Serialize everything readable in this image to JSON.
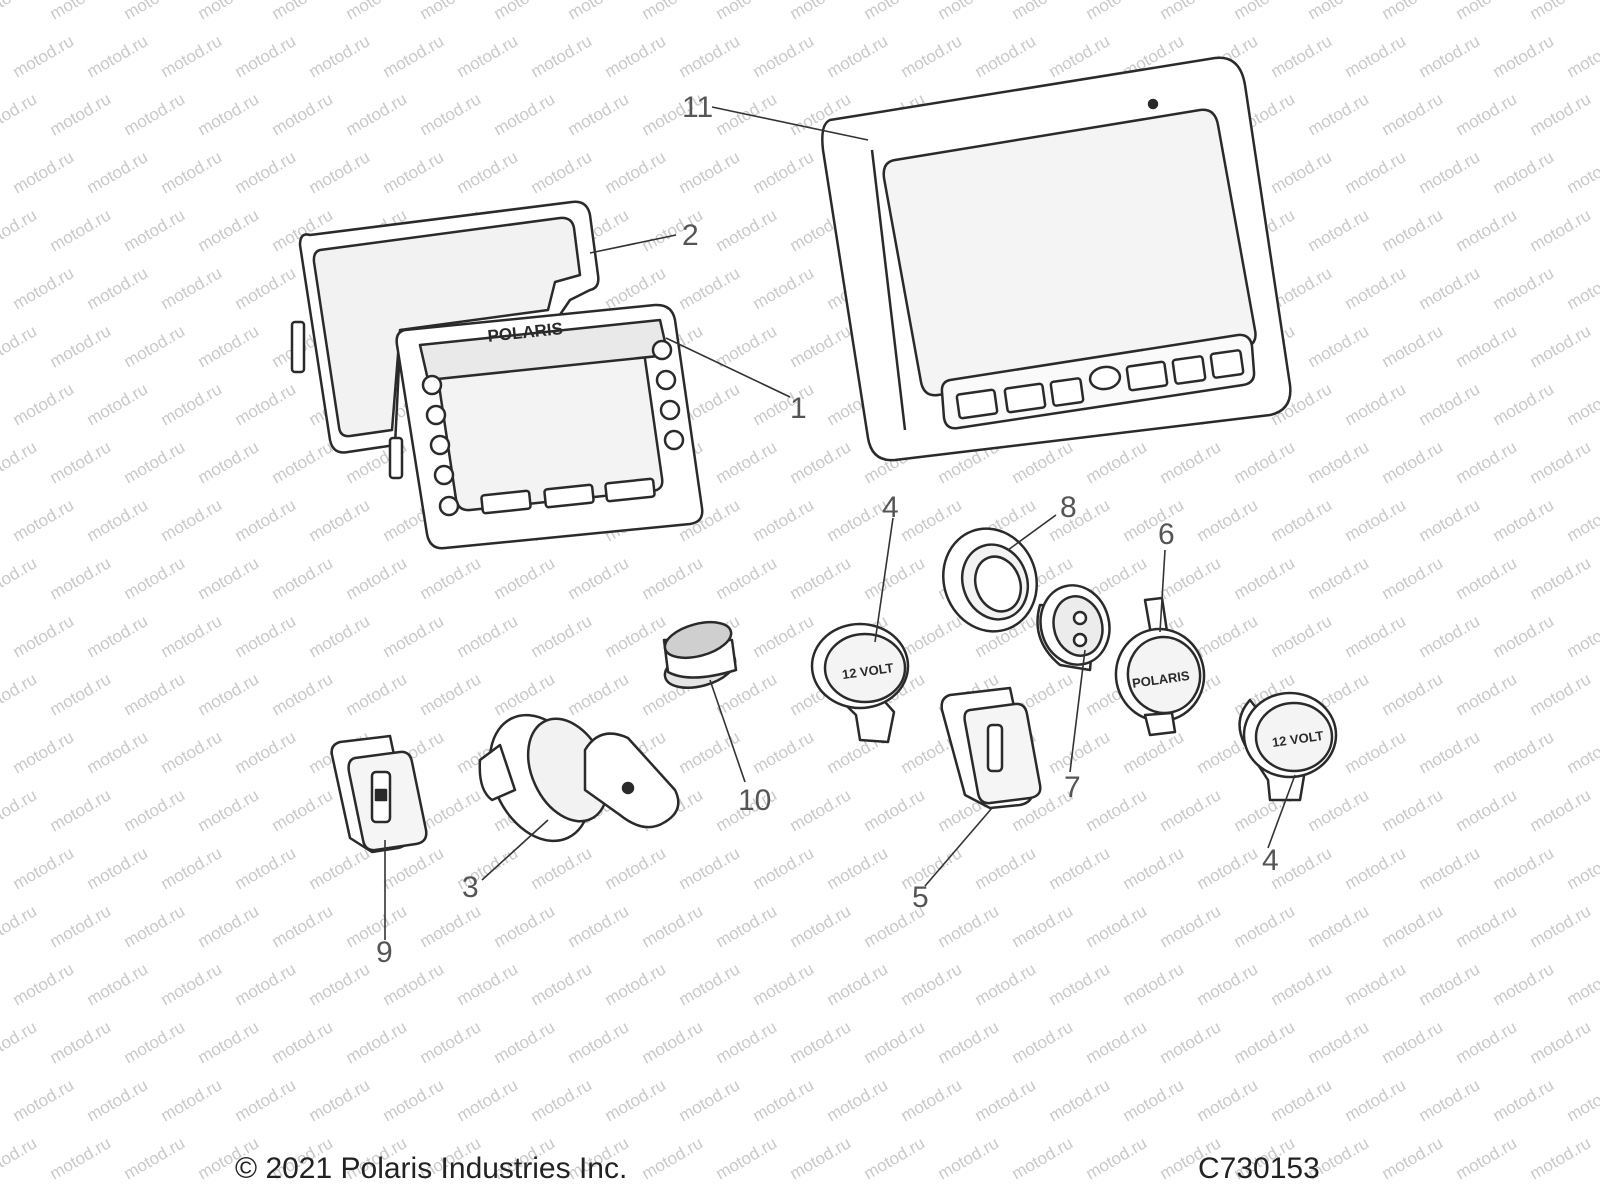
{
  "watermark": "motod.ru",
  "copyright": "© 2021 Polaris Industries Inc.",
  "diagram_id": "C730153",
  "brand": "POLARIS",
  "socket_label": "12 VOLT",
  "callouts": [
    "11",
    "2",
    "1",
    "4",
    "8",
    "6",
    "10",
    "7",
    "9",
    "3",
    "5",
    "4"
  ],
  "colors": {
    "line": "#2a2a2a",
    "fill": "#ffffff",
    "shade": "#cfcfcf",
    "callout": "#555555"
  }
}
